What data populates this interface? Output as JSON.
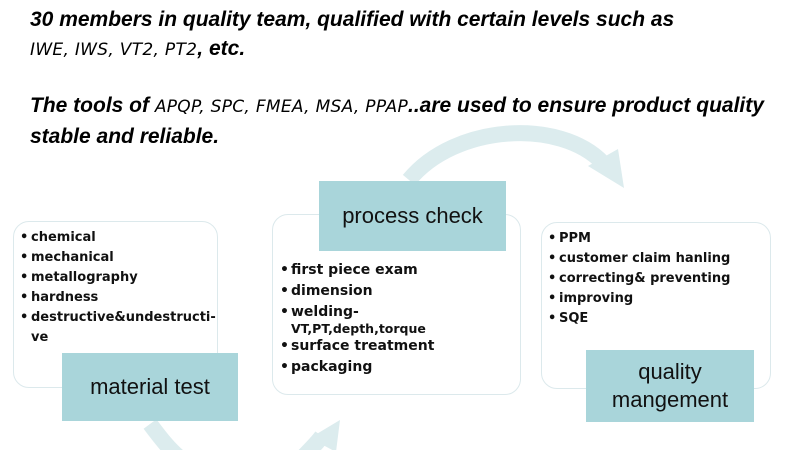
{
  "headline": {
    "line1_start": "30 members in quality team, qualified with certain levels such as",
    "line1_certs": "IWE, IWS, VT2, PT2",
    "line1_end": ", etc.",
    "line2_start": "The tools of ",
    "line2_tools": "APQP, SPC, FMEA, MSA, PPAP",
    "line2_end": "..are used to ensure product quality stable and reliable."
  },
  "diagram": {
    "accent_color": "#a9d5da",
    "panel_border_color": "#dce9ec",
    "material_test": {
      "label": "material test",
      "items": [
        "chemical",
        "mechanical",
        "metallography",
        "hardness",
        "destructive&undestructi-ve"
      ]
    },
    "process_check": {
      "label": "process check",
      "items": [
        {
          "text": "first piece exam",
          "sub": ""
        },
        {
          "text": "dimension",
          "sub": ""
        },
        {
          "text": "welding-",
          "sub": "VT,PT,depth,torque"
        },
        {
          "text": "surface treatment",
          "sub": ""
        },
        {
          "text": "packaging",
          "sub": ""
        }
      ]
    },
    "quality_management": {
      "label": "quality mangement",
      "items": [
        "PPM",
        "customer claim hanling",
        "correcting& preventing",
        "improving",
        "SQE"
      ]
    }
  }
}
